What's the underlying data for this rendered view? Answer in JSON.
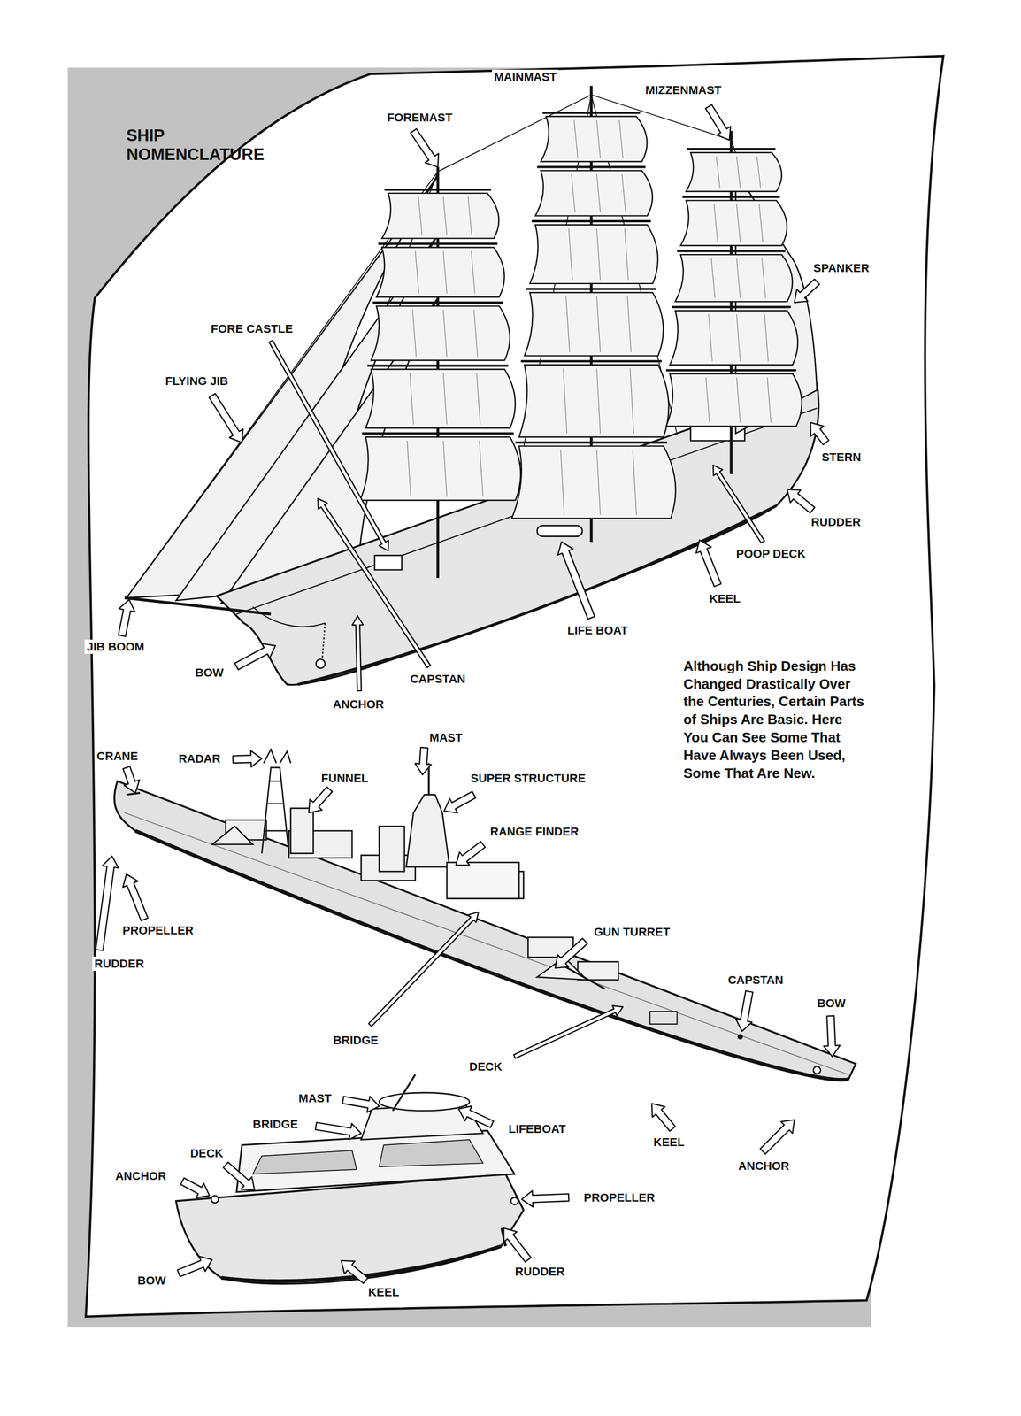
{
  "diagram": {
    "title": "SHIP NOMENCLATURE",
    "labels": [
      "MAINMAST",
      "MIZZENMAST",
      "FOREMAST",
      "SPANKER",
      "FORE CASTLE",
      "FLYING JIB",
      "STERN",
      "RUDDER",
      "POOP DECK",
      "KEEL",
      "LIFE BOAT",
      "JIB BOOM",
      "BOW",
      "CAPSTAN",
      "ANCHOR",
      "Although Ship Design Has Changed Drastically Over the Centuries, Certain Parts of Ships Are Basic. Here You Can See Some That Have Always Been Used, Some That Are New.",
      "MAST",
      "CRANE",
      "RADAR",
      "FUNNEL",
      "SUPER STRUCTURE",
      "RANGE FINDER",
      "PROPELLER",
      "GUN TURRET",
      "RUDDER",
      "CAPSTAN",
      "BOW",
      "BRIDGE",
      "DECK",
      "KEEL",
      "ANCHOR",
      "MAST",
      "BRIDGE",
      "LIFEBOAT",
      "DECK",
      "ANCHOR",
      "PROPELLER",
      "BOW",
      "RUDDER",
      "KEEL"
    ]
  }
}
